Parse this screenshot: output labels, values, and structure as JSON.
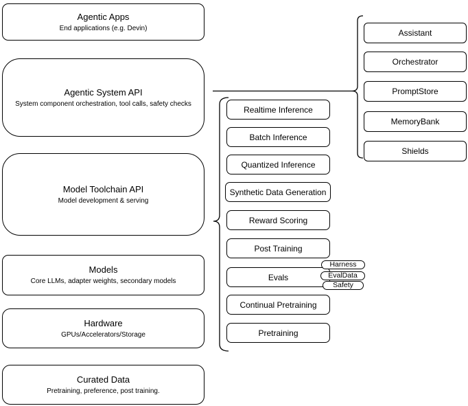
{
  "diagram": {
    "left_stack": [
      {
        "title": "Agentic Apps",
        "subtitle": "End applications (e.g. Devin)"
      },
      {
        "title": "Agentic System API",
        "subtitle": "System component orchestration, tool calls, safety checks"
      },
      {
        "title": "Model Toolchain API",
        "subtitle": "Model development & serving"
      },
      {
        "title": "Models",
        "subtitle": "Core LLMs, adapter weights, secondary models"
      },
      {
        "title": "Hardware",
        "subtitle": "GPUs/Accelerators/Storage"
      },
      {
        "title": "Curated Data",
        "subtitle": "Pretraining, preference, post training."
      }
    ],
    "toolchain_items": [
      "Realtime Inference",
      "Batch Inference",
      "Quantized Inference",
      "Synthetic Data Generation",
      "Reward Scoring",
      "Post Training",
      "Evals",
      "Continual Pretraining",
      "Pretraining"
    ],
    "eval_pills": [
      "Harness",
      "EvalData",
      "Safety"
    ],
    "system_components": [
      "Assistant",
      "Orchestrator",
      "PromptStore",
      "MemoryBank",
      "Shields"
    ],
    "colors": {
      "stroke": "#000000",
      "fill": "#ffffff",
      "background": "#ffffff"
    }
  }
}
